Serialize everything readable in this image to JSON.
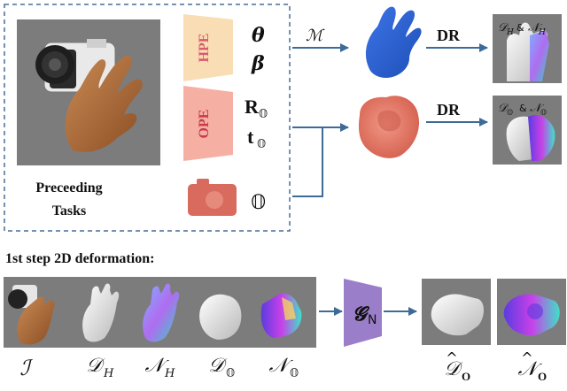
{
  "preceding_tasks": {
    "line1": "Preceeding",
    "line2": "Tasks"
  },
  "encoders": {
    "hpe": {
      "label": "HPE",
      "param1": "θ",
      "param2": "β",
      "fill": "#f9ddb4"
    },
    "ope": {
      "label": "OPE",
      "param1_main": "R",
      "param1_sub": "𝕆",
      "param2_main": "t",
      "param2_sub": "𝕆",
      "fill": "#f5b0a3"
    }
  },
  "object_symbol": "𝕆",
  "mano_symbol": "ℳ",
  "dr_label": "DR",
  "render_outputs": {
    "hand": {
      "d_label": "𝒟",
      "d_sub": "H",
      "amp": "&",
      "n_label": "𝒩",
      "n_sub": "H"
    },
    "object": {
      "d_label": "𝒟",
      "d_sub": "𝕆",
      "amp": "&",
      "n_label": "𝒩",
      "n_sub": "𝕆"
    }
  },
  "step_title": "1st step 2D deformation:",
  "strip_labels": [
    {
      "main": "ℐ",
      "sub": ""
    },
    {
      "main": "𝒟",
      "sub": "H"
    },
    {
      "main": "𝒩",
      "sub": "H"
    },
    {
      "main": "𝒟",
      "sub": "𝕆"
    },
    {
      "main": "𝒩",
      "sub": "𝕆"
    }
  ],
  "generator": {
    "main": "𝓖",
    "sub": "N",
    "fill": "#9b7ec9"
  },
  "output_labels": [
    {
      "main": "𝒟",
      "sub": "O",
      "hat": "^"
    },
    {
      "main": "𝒩",
      "sub": "O",
      "hat": "^"
    }
  ],
  "colors": {
    "arrow": "#3e6a9a",
    "dashed_border": "#4a6d96",
    "panel_gray": "#7c7c7c",
    "blue_hand": "#2f63d1",
    "object_red": "#e47a6c"
  }
}
